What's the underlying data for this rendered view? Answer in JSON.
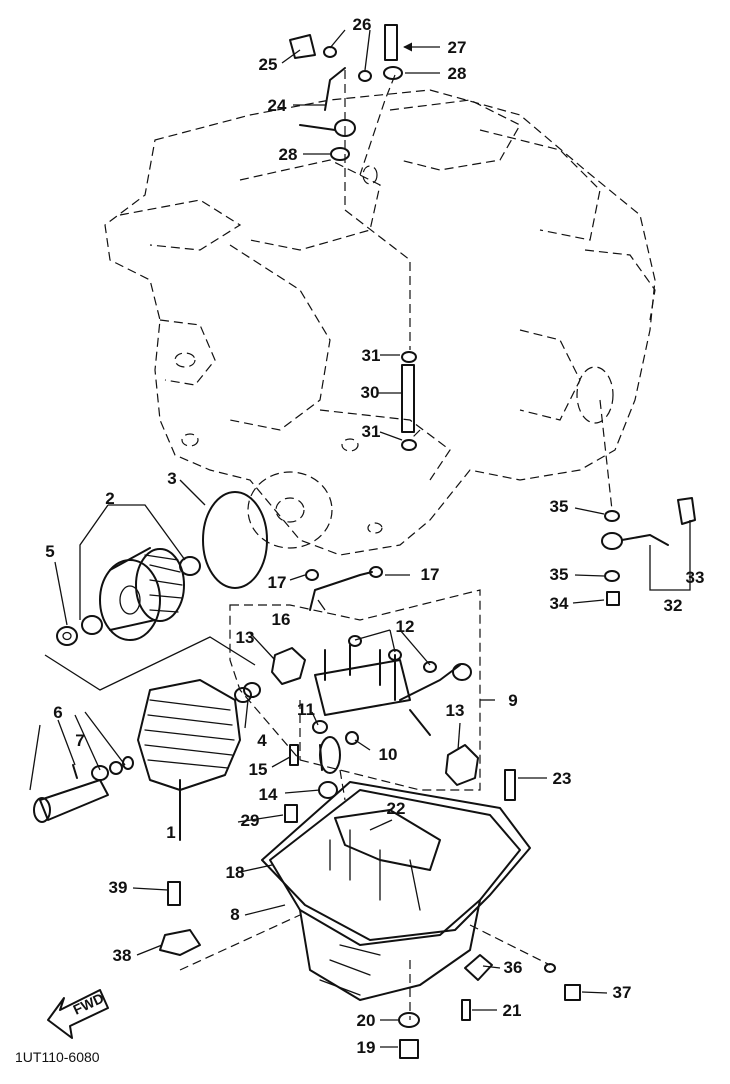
{
  "diagram": {
    "drawing_code": "1UT110-6080",
    "fwd_label": "FWD",
    "callouts": [
      "1",
      "2",
      "3",
      "4",
      "5",
      "6",
      "7",
      "8",
      "9",
      "10",
      "11",
      "12",
      "13",
      "14",
      "15",
      "16",
      "17",
      "18",
      "19",
      "20",
      "21",
      "22",
      "23",
      "24",
      "25",
      "26",
      "27",
      "28",
      "29",
      "30",
      "31",
      "32",
      "33",
      "34",
      "35",
      "36",
      "37",
      "38",
      "39"
    ]
  }
}
